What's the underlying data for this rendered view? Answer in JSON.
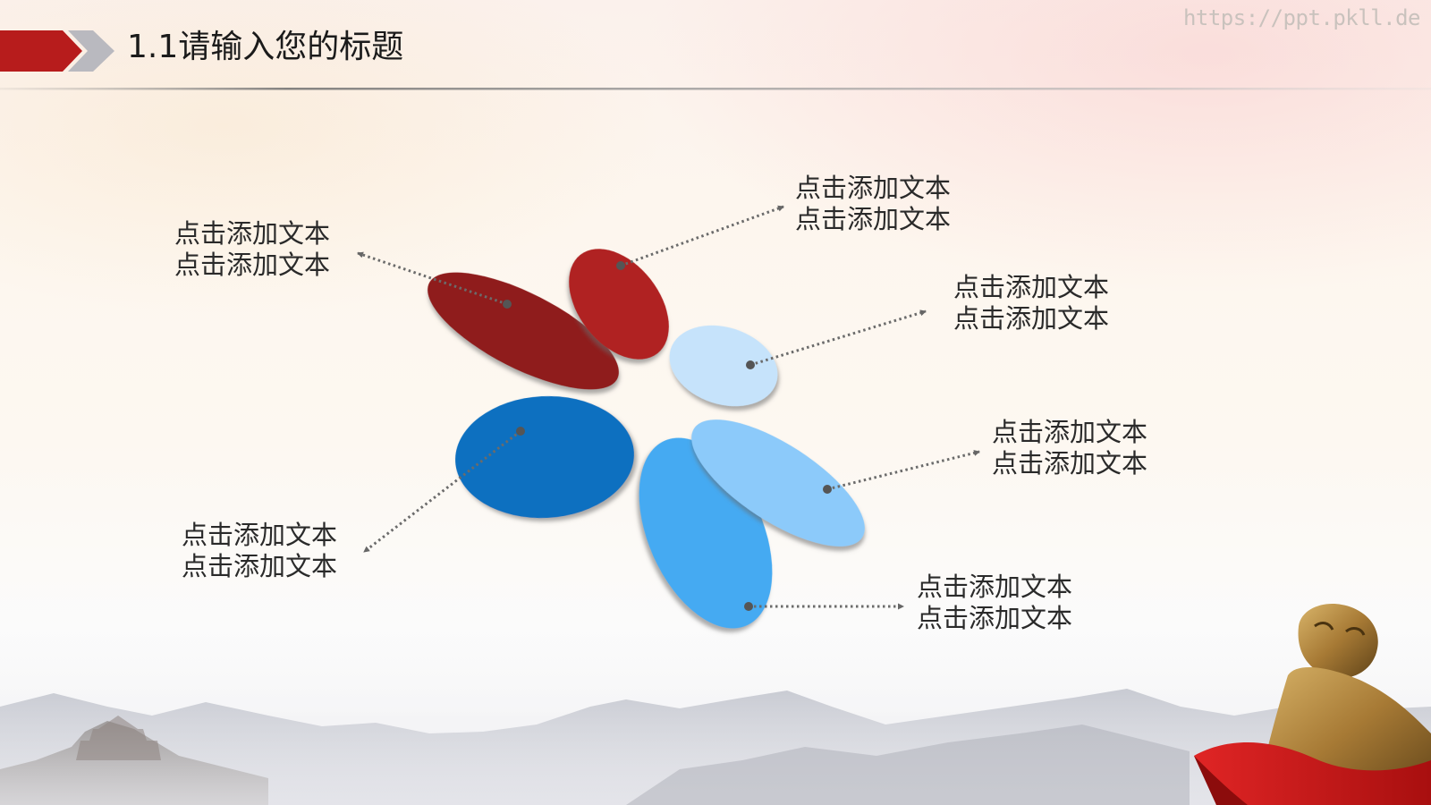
{
  "slide": {
    "title": "1.1请输入您的标题",
    "watermark": "https://ppt.pkll.de"
  },
  "labels": [
    {
      "line1": "点击添加文本",
      "line2": "点击添加文本"
    },
    {
      "line1": "点击添加文本",
      "line2": "点击添加文本"
    },
    {
      "line1": "点击添加文本",
      "line2": "点击添加文本"
    },
    {
      "line1": "点击添加文本",
      "line2": "点击添加文本"
    },
    {
      "line1": "点击添加文本",
      "line2": "点击添加文本"
    },
    {
      "line1": "点击添加文本",
      "line2": "点击添加文本"
    }
  ],
  "colors": {
    "dark_red": "#8f1b1b",
    "red": "#b02320",
    "pale_blue": "#c6e3fb",
    "light_blue": "#8ccafa",
    "sky_blue": "#45aaf2",
    "deep_blue": "#0c6fc0",
    "connector": "#6b6b6b"
  }
}
